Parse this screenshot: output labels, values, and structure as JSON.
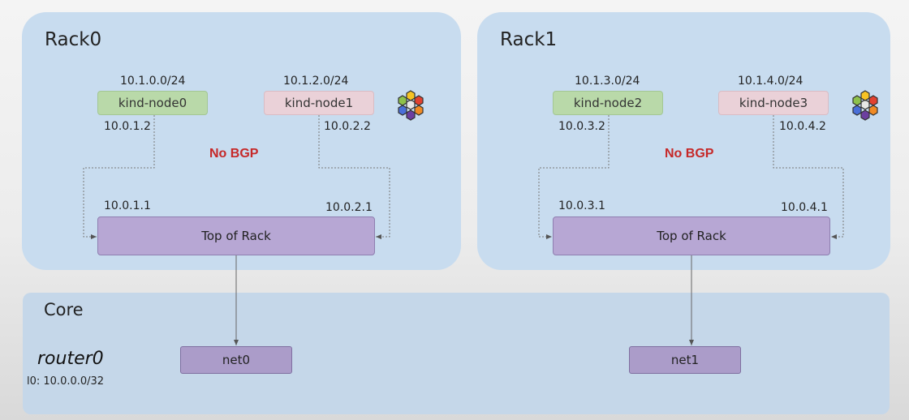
{
  "racks": [
    {
      "title": "Rack0",
      "nodes": [
        {
          "name": "kind-node0",
          "subnet": "10.1.0.0/24",
          "ip": "10.0.1.2",
          "tor_ip": "10.0.1.1"
        },
        {
          "name": "kind-node1",
          "subnet": "10.1.2.0/24",
          "ip": "10.0.2.2",
          "tor_ip": "10.0.2.1"
        }
      ],
      "status": "No BGP",
      "tor_label": "Top of Rack"
    },
    {
      "title": "Rack1",
      "nodes": [
        {
          "name": "kind-node2",
          "subnet": "10.1.3.0/24",
          "ip": "10.0.3.2",
          "tor_ip": "10.0.3.1"
        },
        {
          "name": "kind-node3",
          "subnet": "10.1.4.0/24",
          "ip": "10.0.4.2",
          "tor_ip": "10.0.4.1"
        }
      ],
      "status": "No BGP",
      "tor_label": "Top of Rack"
    }
  ],
  "core": {
    "title": "Core",
    "router_name": "router0",
    "router_addr": "l0: 10.0.0.0/32",
    "nets": [
      "net0",
      "net1"
    ]
  },
  "icons": {
    "logo": "cilium-hexagon-logo-icon"
  },
  "colors": {
    "rack_bg": "#c8dcef",
    "core_bg": "#c5d7e9",
    "node_green": "#b9d9a9",
    "node_pink": "#ead1d8",
    "tor": "#b7a7d4",
    "net": "#ab9cc9",
    "no_bgp": "#c62828"
  }
}
